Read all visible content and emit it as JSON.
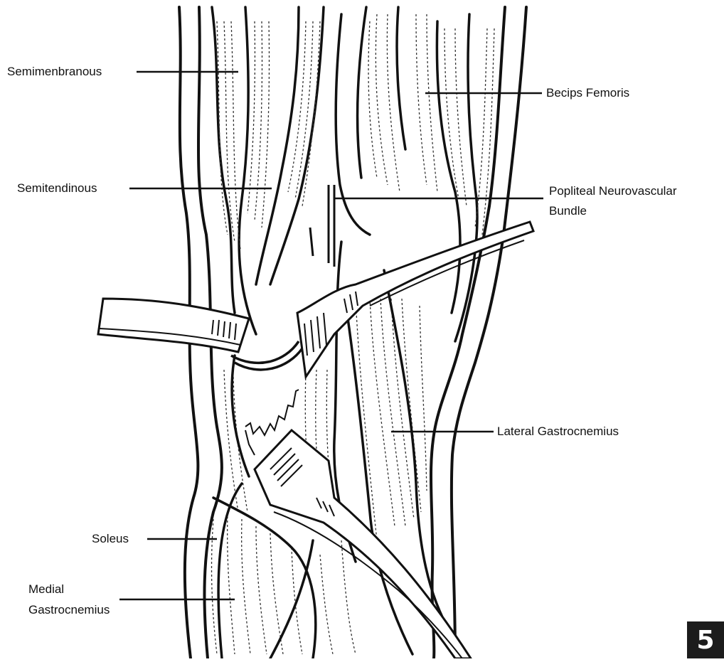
{
  "figure_number": "5",
  "labels": {
    "semimembranous": "Semimenbranous",
    "semitendinous": "Semitendinous",
    "biceps_femoris": "Becips Femoris",
    "popliteal_line1": "Popliteal Neurovascular",
    "popliteal_line2": "Bundle",
    "lateral_gastrocnemius": "Lateral Gastrocnemius",
    "soleus": "Soleus",
    "medial_gastrocnemius_line1": "Medial",
    "medial_gastrocnemius_line2": "Gastrocnemius"
  }
}
